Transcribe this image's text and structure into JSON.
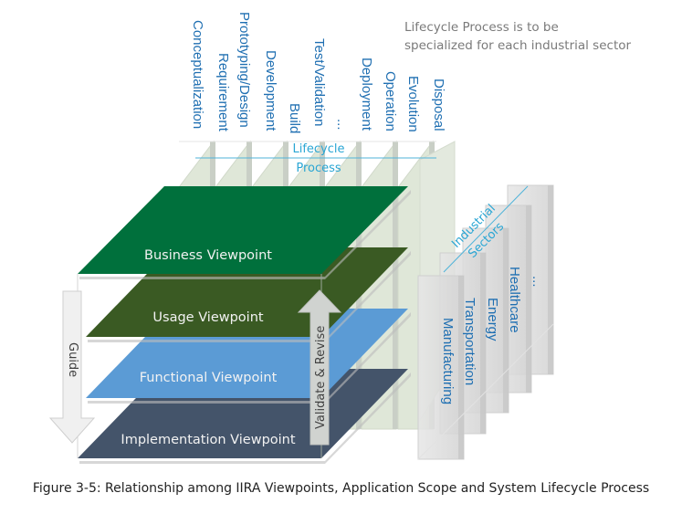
{
  "note": {
    "line1": "Lifecycle Process is to be",
    "line2": "specialized for each industrial sector"
  },
  "lifecycle": {
    "title_line1": "Lifecycle",
    "title_line2": "Process",
    "phases": [
      "Conceptualization",
      "Requirement",
      "Prototyping/Design",
      "Development",
      "Build",
      "Test/Validation",
      "...",
      "Deployment",
      "Operation",
      "Evolution",
      "Disposal"
    ]
  },
  "sectors": {
    "title_line1": "Industrial",
    "title_line2": "Sectors",
    "items": [
      "Manufacturing",
      "Transportation",
      "Energy",
      "Healthcare",
      "..."
    ]
  },
  "viewpoints": [
    {
      "label": "Business Viewpoint",
      "color": "#00703c"
    },
    {
      "label": "Usage Viewpoint",
      "color": "#3a5a23"
    },
    {
      "label": "Functional Viewpoint",
      "color": "#5b9bd5"
    },
    {
      "label": "Implementation Viewpoint",
      "color": "#44546a"
    }
  ],
  "arrows": {
    "guide": "Guide",
    "validate": "Validate & Revise"
  },
  "caption": "Figure 3-5: Relationship among IIRA Viewpoints, Application Scope and System Lifecycle Process"
}
